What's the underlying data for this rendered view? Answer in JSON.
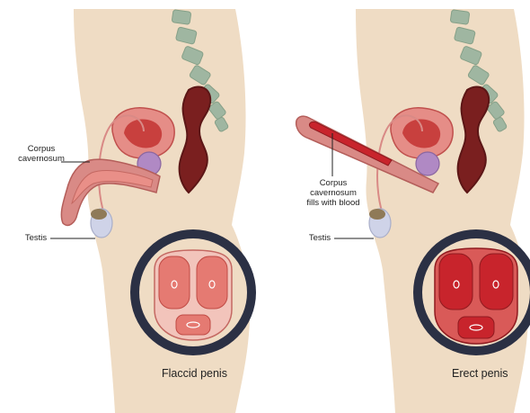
{
  "panels": {
    "flaccid": {
      "caption": "Flaccid penis",
      "label_corpus_line1": "Corpus",
      "label_corpus_line2": "cavernosum",
      "label_testis": "Testis"
    },
    "erect": {
      "caption": "Erect penis",
      "label_corpus_line1": "Corpus",
      "label_corpus_line2": "cavernosum",
      "label_corpus_line3": "fills with blood",
      "label_testis": "Testis"
    }
  },
  "colors": {
    "skin": "#efdcc4",
    "skin_shadow": "#e3ccb0",
    "spine": "#9fb6a1",
    "rectum": "#7a1f1f",
    "shaft": "#d98a86",
    "corpus_flaccid": "#e98f88",
    "corpus_erect": "#c8242c",
    "ring": "#2b3044",
    "testis": "#cfd3e8"
  }
}
